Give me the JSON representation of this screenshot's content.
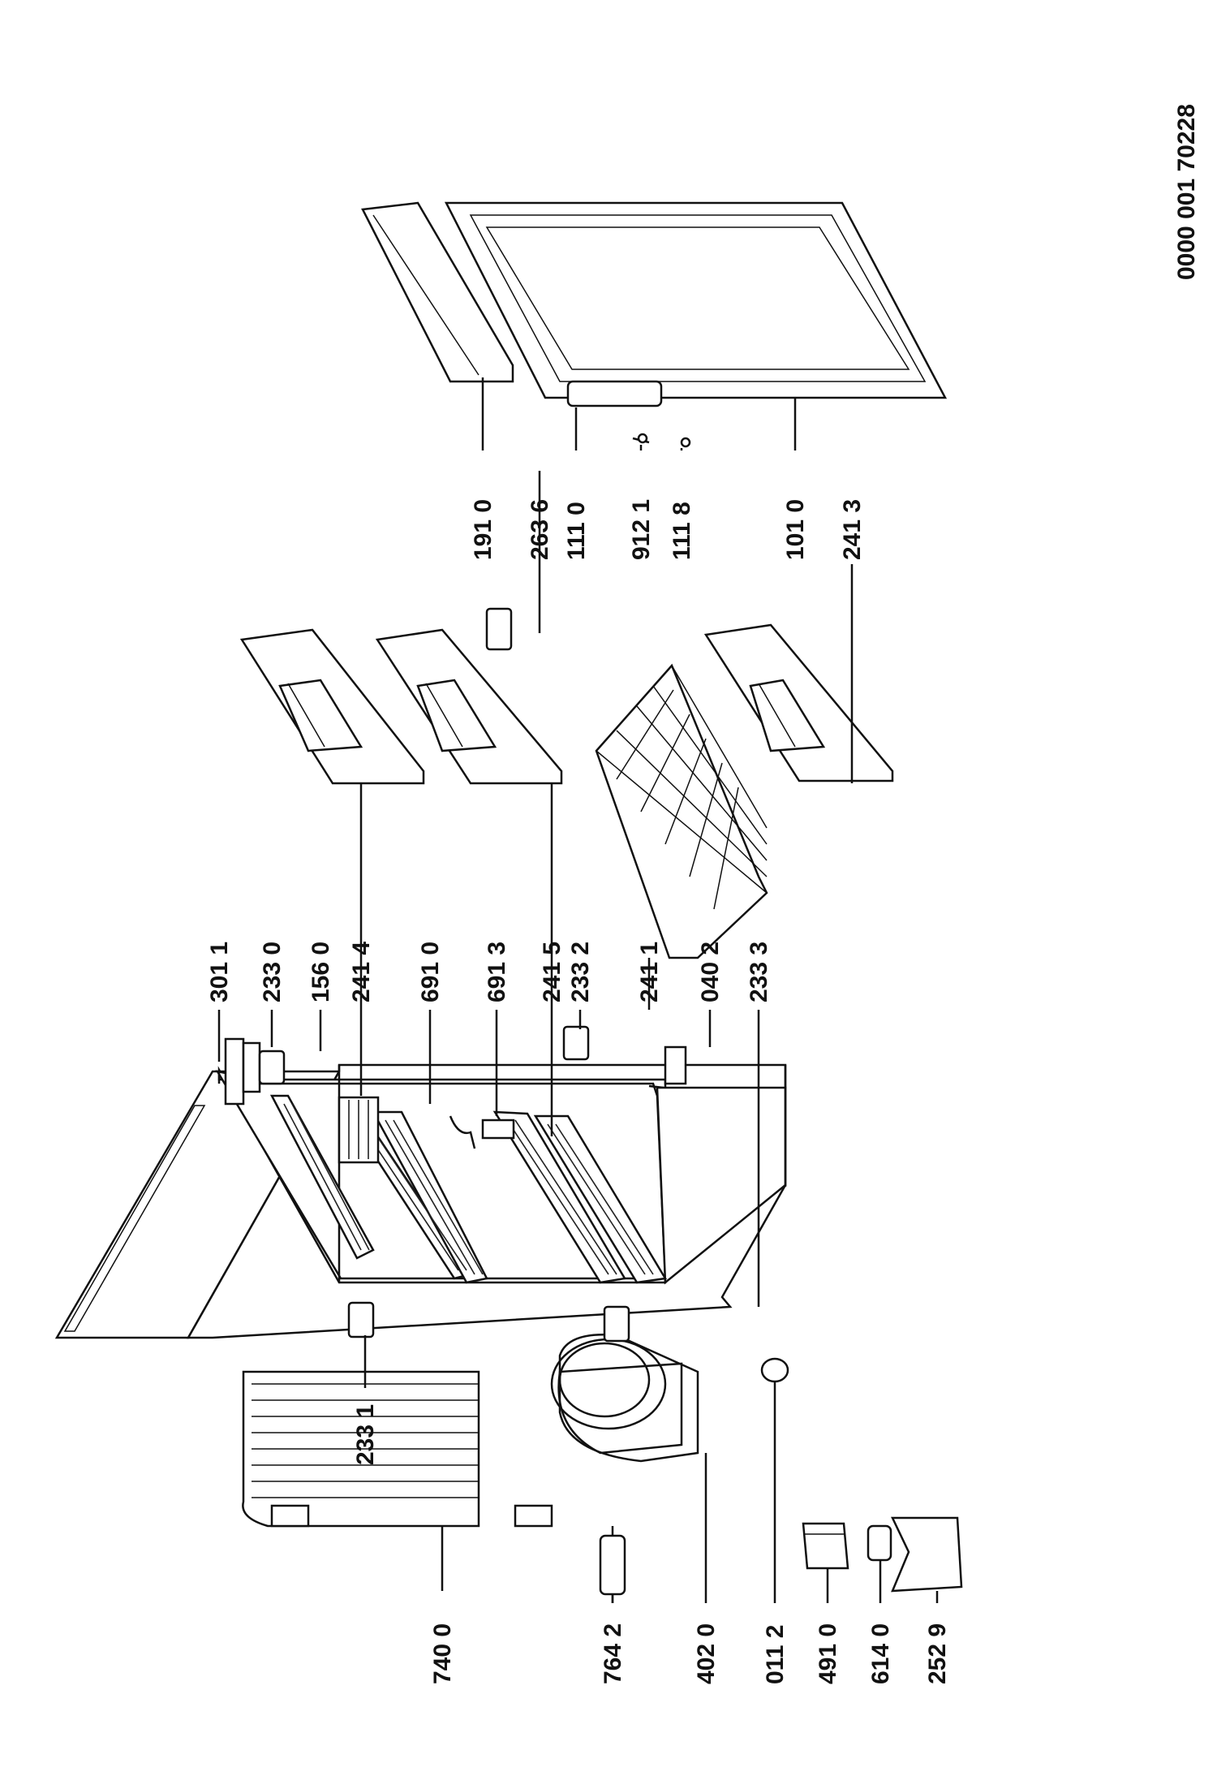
{
  "document": {
    "code": "0000  001 70228"
  },
  "labels": [
    {
      "id": "301-1",
      "text": "301 1"
    },
    {
      "id": "233-0",
      "text": "233 0"
    },
    {
      "id": "156-0",
      "text": "156 0"
    },
    {
      "id": "241-4",
      "text": "241 4"
    },
    {
      "id": "691-0",
      "text": "691 0"
    },
    {
      "id": "691-3",
      "text": "691 3"
    },
    {
      "id": "241-5",
      "text": "241 5"
    },
    {
      "id": "233-2",
      "text": "233 2"
    },
    {
      "id": "241-1",
      "text": "241 1"
    },
    {
      "id": "040-2",
      "text": "040 2"
    },
    {
      "id": "233-3",
      "text": "233 3"
    },
    {
      "id": "191-0",
      "text": "191 0"
    },
    {
      "id": "263-6",
      "text": "263 6"
    },
    {
      "id": "111-0",
      "text": "111 0"
    },
    {
      "id": "912-1",
      "text": "912 1"
    },
    {
      "id": "111-8",
      "text": "111 8"
    },
    {
      "id": "101-0",
      "text": "101 0"
    },
    {
      "id": "241-3",
      "text": "241 3"
    },
    {
      "id": "233-1",
      "text": "233 1"
    },
    {
      "id": "740-0",
      "text": "740 0"
    },
    {
      "id": "764-2",
      "text": "764 2"
    },
    {
      "id": "402-0",
      "text": "402 0"
    },
    {
      "id": "011-2",
      "text": "011 2"
    },
    {
      "id": "491-0",
      "text": "491 0"
    },
    {
      "id": "614-0",
      "text": "614 0"
    },
    {
      "id": "252-9",
      "text": "252 9"
    }
  ]
}
